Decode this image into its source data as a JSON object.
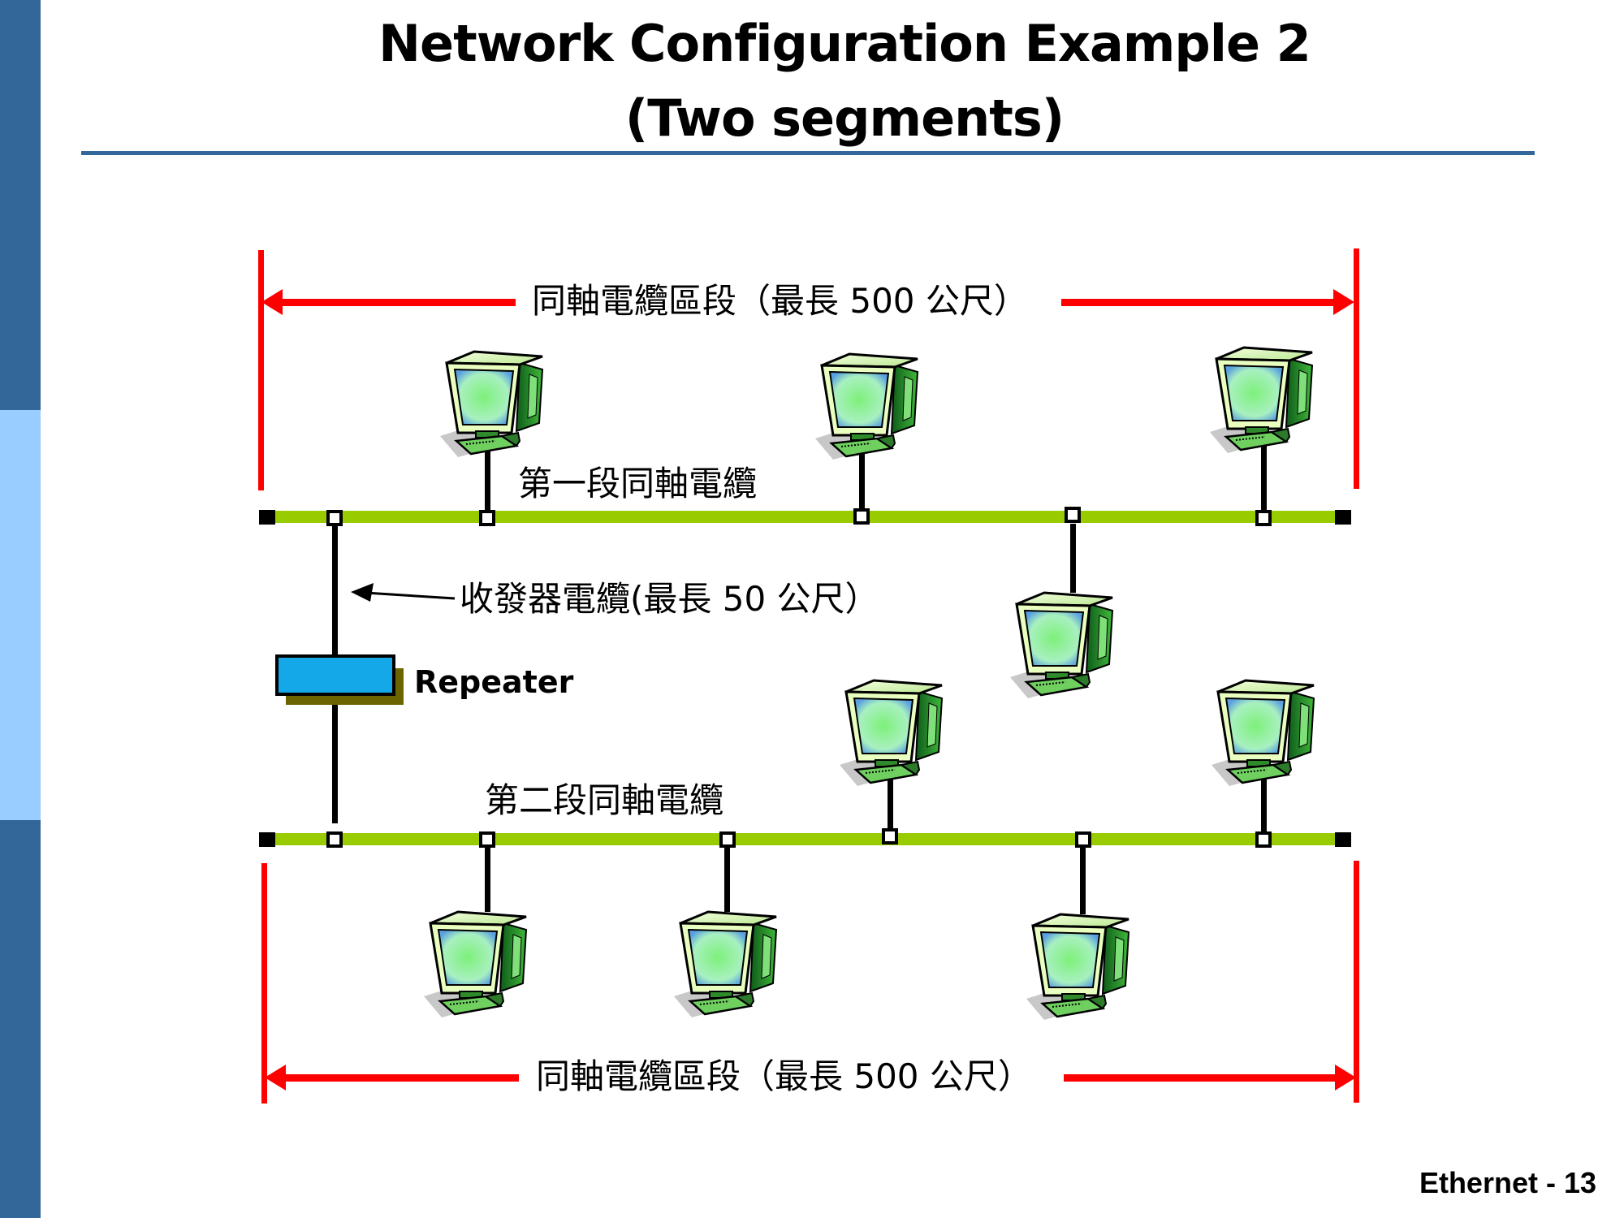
{
  "slide": {
    "title_line1": "Network Configuration Example 2",
    "title_line2": "(Two segments)",
    "footer": "Ethernet - 13"
  },
  "diagram": {
    "top_dimension_label": "同軸電纜區段（最長 500 公尺）",
    "bottom_dimension_label": "同軸電纜區段（最長 500 公尺）",
    "segment1_label": "第一段同軸電纜",
    "segment2_label": "第二段同軸電纜",
    "transceiver_cable_label": "收發器電纜(最長 50 公尺）",
    "repeater_label": "Repeater",
    "colors": {
      "coax_cable": "#99cc00",
      "dimension_line": "#ff0000",
      "repeater": "#15a8e8",
      "repeater_shadow": "#6b6400",
      "accent_bar_dark": "#336699",
      "accent_bar_light": "#99ccff"
    },
    "segment1_stations": 4,
    "segment2_stations": 5
  }
}
